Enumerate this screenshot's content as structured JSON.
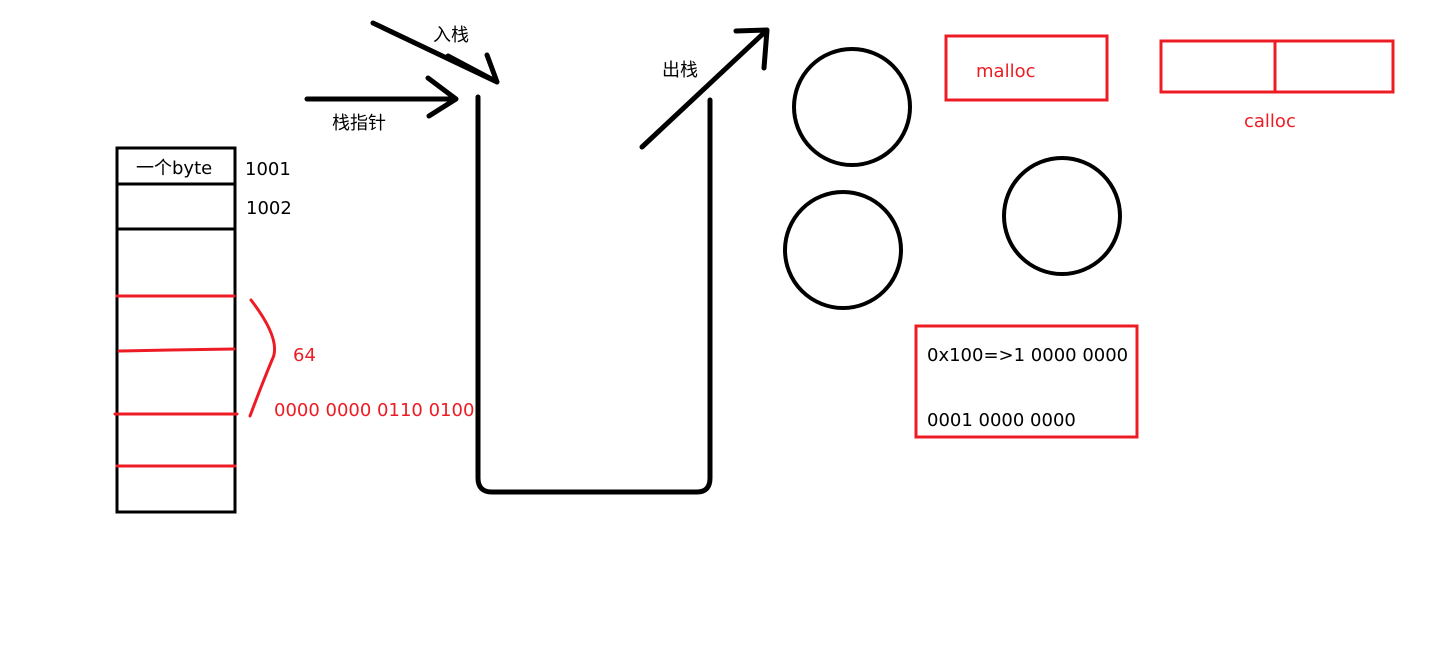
{
  "colors": {
    "ink": "#000000",
    "accent": "#ed1c24",
    "background": "#ffffff"
  },
  "memory": {
    "first_cell_label": "一个byte",
    "addresses": [
      "1001",
      "1002"
    ],
    "brace_value": "64",
    "binary_value": "0000 0000 0110 0100"
  },
  "stack": {
    "push_label": "入栈",
    "pop_label": "出栈",
    "pointer_label": "栈指针"
  },
  "heap": {
    "malloc_label": "malloc",
    "calloc_label": "calloc"
  },
  "conversion": {
    "line1": "0x100=>1 0000 0000",
    "line2": "0001 0000 0000"
  }
}
